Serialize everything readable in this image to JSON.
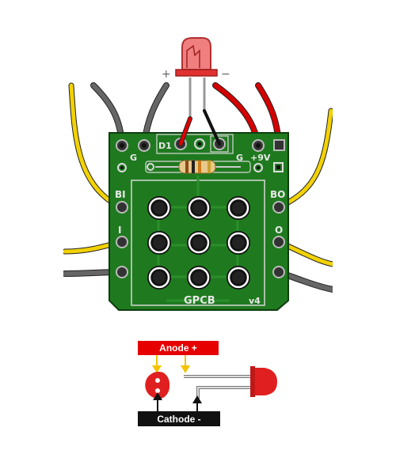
{
  "led": {
    "plus_mark": "+",
    "minus_mark": "−"
  },
  "pcb": {
    "labels": {
      "d1": "D1",
      "g_left": "G",
      "g_right": "G",
      "plus9v": "+9V",
      "bi": "BI",
      "bo": "BO",
      "i": "I",
      "o": "O",
      "brand": "GPCB",
      "version": "v4"
    }
  },
  "legend": {
    "anode_label": "Anode +",
    "cathode_label": "Cathode -"
  },
  "colors": {
    "pcb_green": "#1f7a1f",
    "pcb_dark": "#145214",
    "wire_yellow": "#f2d200",
    "wire_gray": "#555555",
    "wire_red": "#d40000",
    "led_red": "#e02020",
    "anode_bg": "#e60000",
    "cathode_bg": "#111111",
    "arrow_yellow": "#f5c400"
  }
}
